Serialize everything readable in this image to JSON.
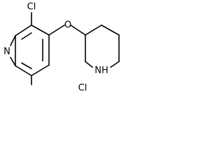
{
  "molecule": {
    "atoms": {
      "cl_top": "Cl",
      "oxygen": "O",
      "nitrogen_pyridine": "N",
      "cl_bottom": "Cl",
      "nitrogen_amine": "NH"
    }
  }
}
